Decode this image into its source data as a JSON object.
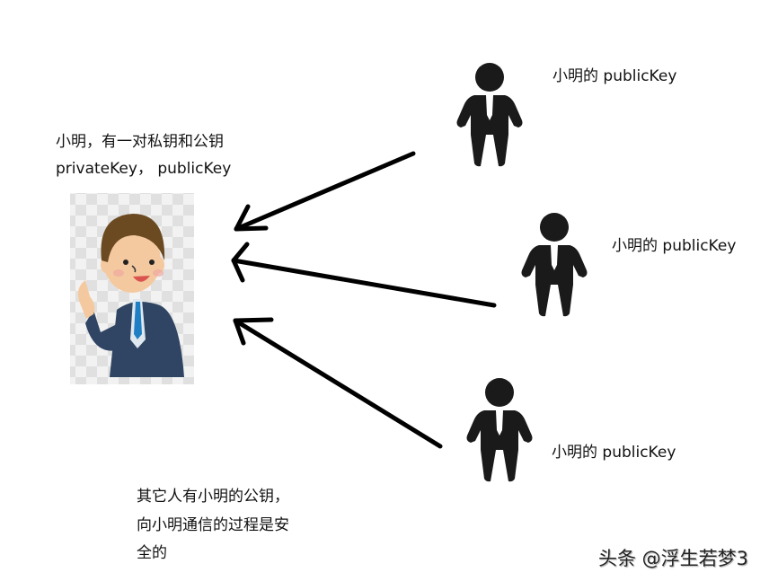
{
  "owner": {
    "line1": "小明，有一对私钥和公钥",
    "line2": "privateKey， publicKey"
  },
  "others": [
    {
      "label": "小明的 publicKey"
    },
    {
      "label": "小明的 publicKey"
    },
    {
      "label": "小明的 publicKey"
    }
  ],
  "caption": {
    "line1": "其它人有小明的公钥，",
    "line2": "向小明通信的过程是安",
    "line3": "全的"
  },
  "watermark": "头条 @浮生若梦3",
  "colors": {
    "arrow": "#000000",
    "figure": "#1a1a1a",
    "suit": "#2f4563",
    "tie": "#1f7fc4",
    "hair": "#6b4a22",
    "skin": "#f4c9a0"
  }
}
